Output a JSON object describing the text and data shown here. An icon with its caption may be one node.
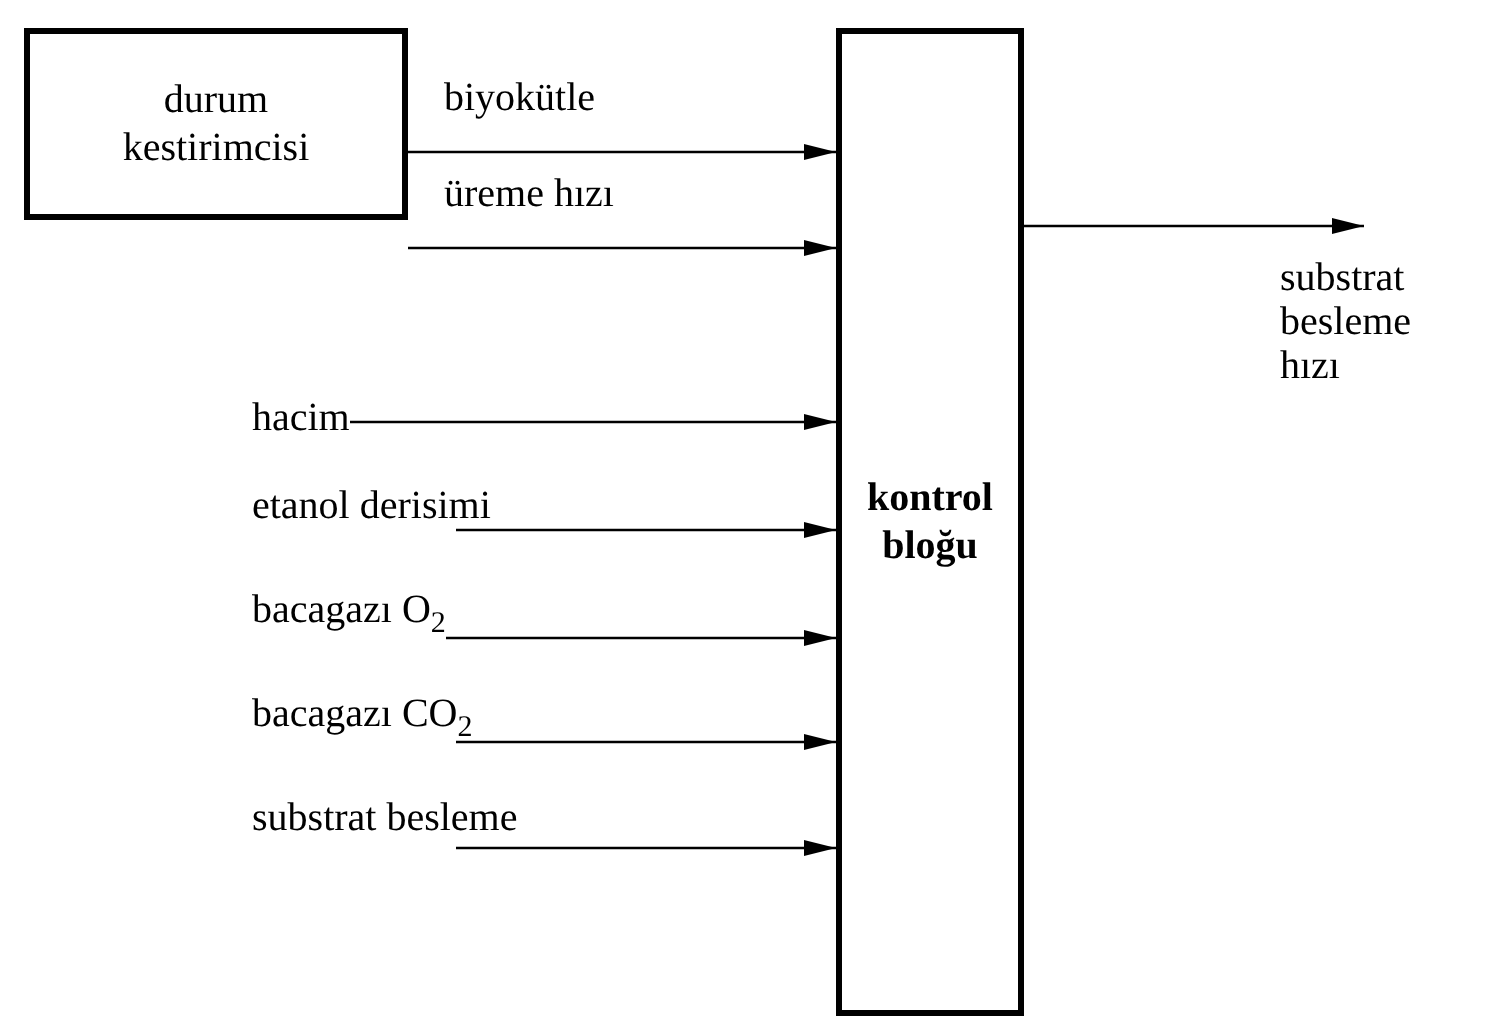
{
  "diagram": {
    "nodes": [
      {
        "text": [
          "durum kestirimcisi"
        ]
      },
      {
        "text": [
          "kontrol bloğu"
        ]
      },
      {
        "text": [
          "hacim"
        ]
      },
      {
        "text": [
          "etanol derisimi"
        ]
      },
      {
        "text": [
          "bacagazı O$_{2}$"
        ]
      },
      {
        "text": [
          "bacagazı CO$_{2}$"
        ]
      },
      {
        "text": [
          "substrat besleme"
        ]
      }
    ],
    "edges": [
      {
        "from": 0,
        "to": 1,
        "arrow": "to",
        "label": "biyokütle"
      },
      {
        "from": 0,
        "to": 1,
        "arrow": "to",
        "label": "üreme hızı"
      },
      {
        "from": 2,
        "to": 1,
        "arrow": "to"
      },
      {
        "from": 3,
        "to": 1,
        "arrow": "to"
      },
      {
        "from": 4,
        "to": 1,
        "arrow": "to"
      },
      {
        "from": 5,
        "to": 1,
        "arrow": "to"
      },
      {
        "from": 6,
        "to": 1,
        "arrow": "to"
      },
      {
        "from": 1,
        "to": null,
        "arrow": "to",
        "label": "substrat besleme hızı"
      }
    ]
  }
}
